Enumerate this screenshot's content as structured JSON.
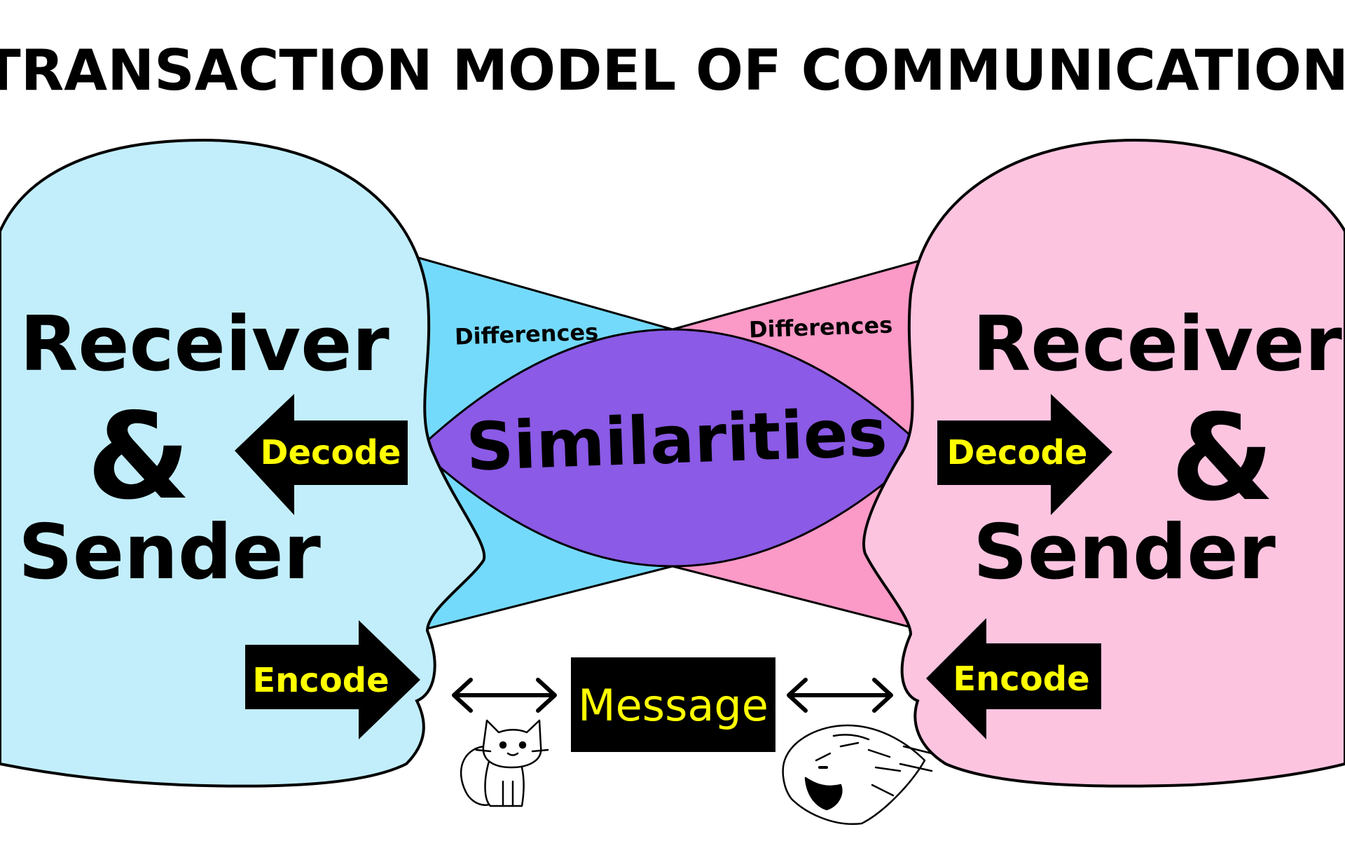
{
  "title": "TRANSACTION MODEL OF COMMUNICATION",
  "left_person": {
    "line1": "Receiver",
    "line2": "&",
    "line3": "Sender",
    "decode_label": "Decode",
    "encode_label": "Encode"
  },
  "right_person": {
    "line1": "Receiver",
    "line2": "&",
    "line3": "Sender",
    "decode_label": "Decode",
    "encode_label": "Encode"
  },
  "center": {
    "similarities": "Similarities",
    "differences_left": "Differences",
    "differences_right": "Differences"
  },
  "message_label": "Message",
  "colors": {
    "left_head": "#c2eefc",
    "right_head": "#fdc4e0",
    "left_field": "#74dafb",
    "right_field": "#fb99c7",
    "overlap": "#8b5ae6",
    "arrow_fill": "#000000",
    "label_text": "#ffff00",
    "outline": "#000000"
  },
  "icons": [
    "cat-sketch-icon",
    "tiger-sketch-icon",
    "double-arrow-icon"
  ]
}
